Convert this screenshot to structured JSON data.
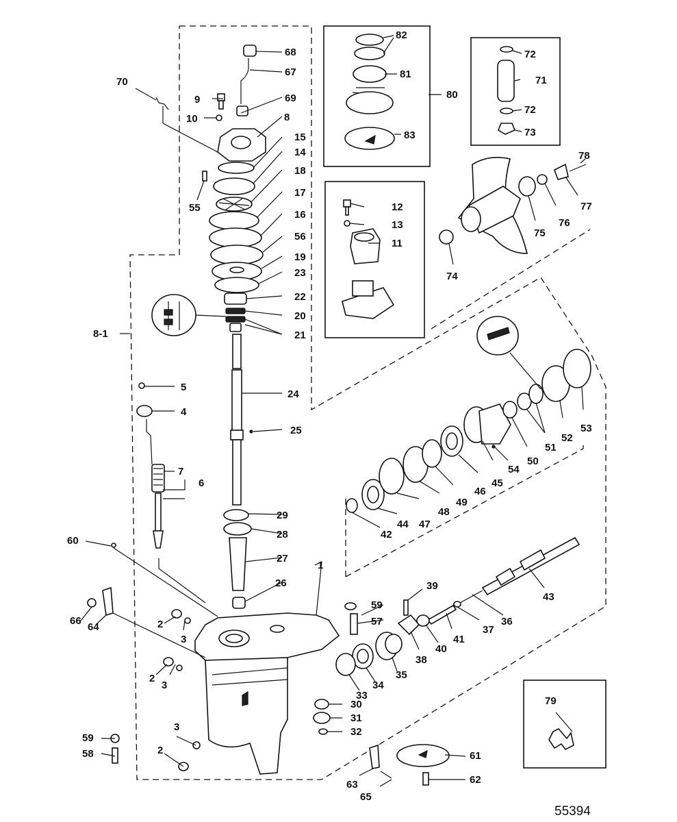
{
  "figure_number": "55394",
  "kit_label": "8-1",
  "callouts": {
    "c1": "1",
    "c2a": "2",
    "c2b": "2",
    "c2c": "2",
    "c3a": "3",
    "c3b": "3",
    "c3c": "3",
    "c4": "4",
    "c5": "5",
    "c6": "6",
    "c7": "7",
    "c8": "8",
    "c9": "9",
    "c10": "10",
    "c11": "11",
    "c12": "12",
    "c13": "13",
    "c14": "14",
    "c15": "15",
    "c16": "16",
    "c17": "17",
    "c18": "18",
    "c19": "19",
    "c20": "20",
    "c21": "21",
    "c22": "22",
    "c23": "23",
    "c24": "24",
    "c25": "25",
    "c26": "26",
    "c27": "27",
    "c28": "28",
    "c29": "29",
    "c30": "30",
    "c31": "31",
    "c32": "32",
    "c33": "33",
    "c34": "34",
    "c35": "35",
    "c36": "36",
    "c37": "37",
    "c38": "38",
    "c39": "39",
    "c40": "40",
    "c41": "41",
    "c42": "42",
    "c43": "43",
    "c44": "44",
    "c45": "45",
    "c46": "46",
    "c47": "47",
    "c48": "48",
    "c49": "49",
    "c50": "50",
    "c51": "51",
    "c52": "52",
    "c53": "53",
    "c54": "54",
    "c55": "55",
    "c56": "56",
    "c57": "57",
    "c58": "58",
    "c59a": "59",
    "c59b": "59",
    "c60": "60",
    "c61": "61",
    "c62": "62",
    "c63": "63",
    "c64": "64",
    "c65": "65",
    "c66": "66",
    "c67": "67",
    "c68": "68",
    "c69": "69",
    "c70": "70",
    "c71": "71",
    "c72a": "72",
    "c72b": "72",
    "c73": "73",
    "c74": "74",
    "c75": "75",
    "c76": "76",
    "c77": "77",
    "c78": "78",
    "c79": "79",
    "c80": "80",
    "c81": "81",
    "c82": "82",
    "c83": "83"
  }
}
